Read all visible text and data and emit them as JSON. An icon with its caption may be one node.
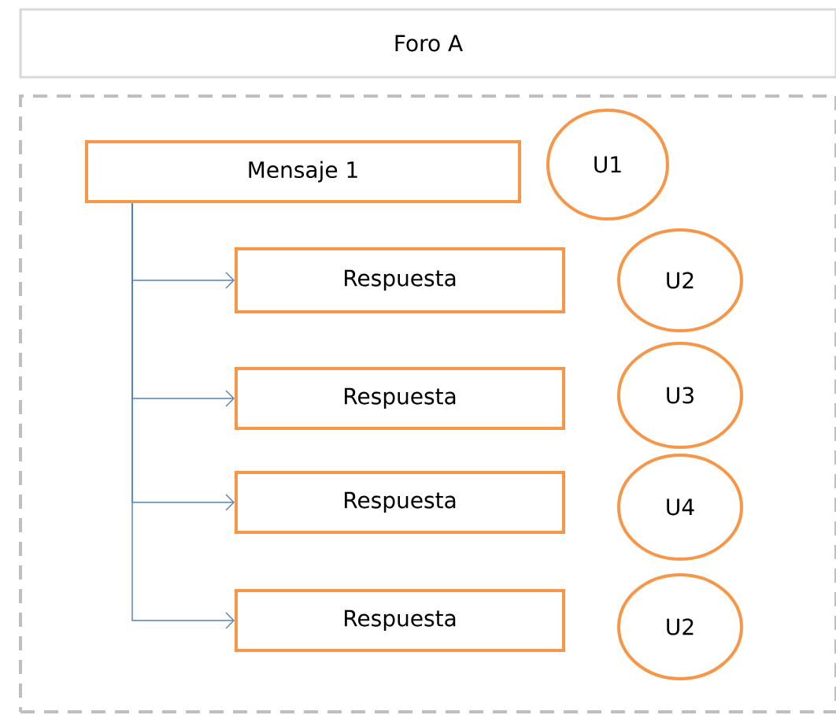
{
  "diagram": {
    "nodes": [
      {
        "text": [
          "Foro A"
        ]
      },
      {
        "text": [],
        "shape": "box"
      },
      {
        "text": [
          "Mensaje 1"
        ],
        "in": 1
      },
      {
        "text": [
          "U1"
        ],
        "in": 1
      },
      {
        "text": [
          "Respuesta"
        ],
        "in": 1
      },
      {
        "text": [
          "U2"
        ],
        "in": 1
      },
      {
        "text": [
          "Respuesta"
        ],
        "in": 1
      },
      {
        "text": [
          "U3"
        ],
        "in": 1
      },
      {
        "text": [
          "Respuesta"
        ],
        "in": 1
      },
      {
        "text": [
          "U4"
        ],
        "in": 1
      },
      {
        "text": [
          "Respuesta"
        ],
        "in": 1
      },
      {
        "text": [
          "U2"
        ],
        "in": 1
      }
    ],
    "edges": [
      {
        "from": 2,
        "to": 4,
        "arrow": "to"
      },
      {
        "from": 2,
        "to": 6,
        "arrow": "to"
      },
      {
        "from": 2,
        "to": 8,
        "arrow": "to"
      },
      {
        "from": 2,
        "to": 10,
        "arrow": "to"
      }
    ]
  }
}
